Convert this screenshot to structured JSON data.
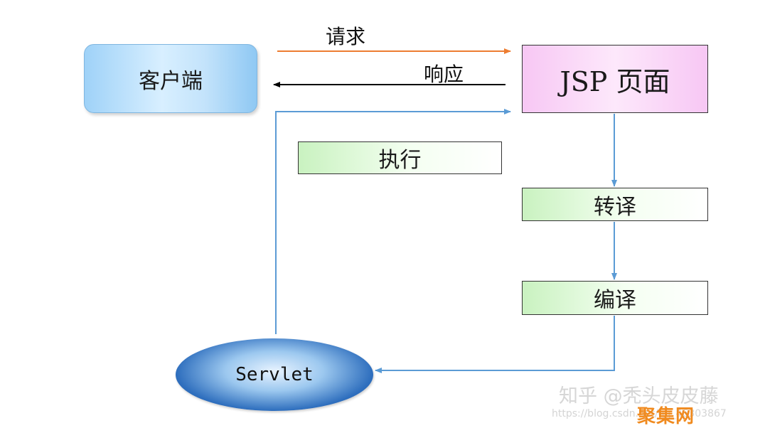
{
  "nodes": {
    "client": "客户端",
    "jsp_page": "JSP 页面",
    "execute": "执行",
    "translate": "转译",
    "compile": "编译",
    "servlet": "Servlet"
  },
  "edges": {
    "request": "请求",
    "response": "响应"
  },
  "colors": {
    "request_arrow": "#ed7d31",
    "response_arrow": "#000000",
    "flow_arrow": "#5b9bd5"
  },
  "watermark": {
    "text": "知乎 @秃头皮皮藤",
    "url": "https://blog.csdn.net/qq_46303867",
    "logo": "聚集网"
  }
}
